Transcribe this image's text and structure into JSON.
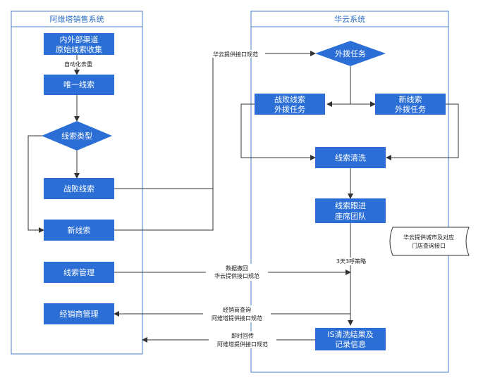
{
  "lanes": {
    "left": {
      "title": "阿维塔销售系统"
    },
    "right": {
      "title": "华云系统"
    }
  },
  "nodes": {
    "collect": {
      "line1": "内外部渠道",
      "line2": "原始线索收集"
    },
    "unique": {
      "label": "唯一线索"
    },
    "type_decision": {
      "label": "线索类型"
    },
    "lost_leads": {
      "label": "战败线索"
    },
    "new_leads": {
      "label": "新线索"
    },
    "lead_mgmt": {
      "label": "线索管理"
    },
    "dealer_mgmt": {
      "label": "经销商管理"
    },
    "outbound_task": {
      "label": "外拨任务"
    },
    "lost_outbound": {
      "line1": "战败线索",
      "line2": "外拨任务"
    },
    "new_outbound": {
      "line1": "新线索",
      "line2": "外拨任务"
    },
    "cleaning": {
      "label": "线索清洗"
    },
    "followup": {
      "line1": "线索跟进",
      "line2": "座席团队"
    },
    "is_result": {
      "line1": "IS清洗结果及",
      "line2": "记录信息"
    },
    "city_store_api": {
      "line1": "华云提供城市及对应",
      "line2": "门店查询接口"
    }
  },
  "edge_labels": {
    "auto": "自动化去重",
    "huayun_api": "华云提供接口规范",
    "data_return": {
      "line1": "数据撤回",
      "line2": "华云提供接口规范"
    },
    "dealer_query": {
      "line1": "经销商查询",
      "line2": "阿维塔提供接口规范"
    },
    "realtime_return": {
      "line1": "即时回传",
      "line2": "阿维塔提供接口规范"
    },
    "strategy": "3天3呼策略"
  },
  "colors": {
    "box_fill": "#2b6fd6",
    "lane_border": "#4a7fc8",
    "line": "#333333"
  }
}
